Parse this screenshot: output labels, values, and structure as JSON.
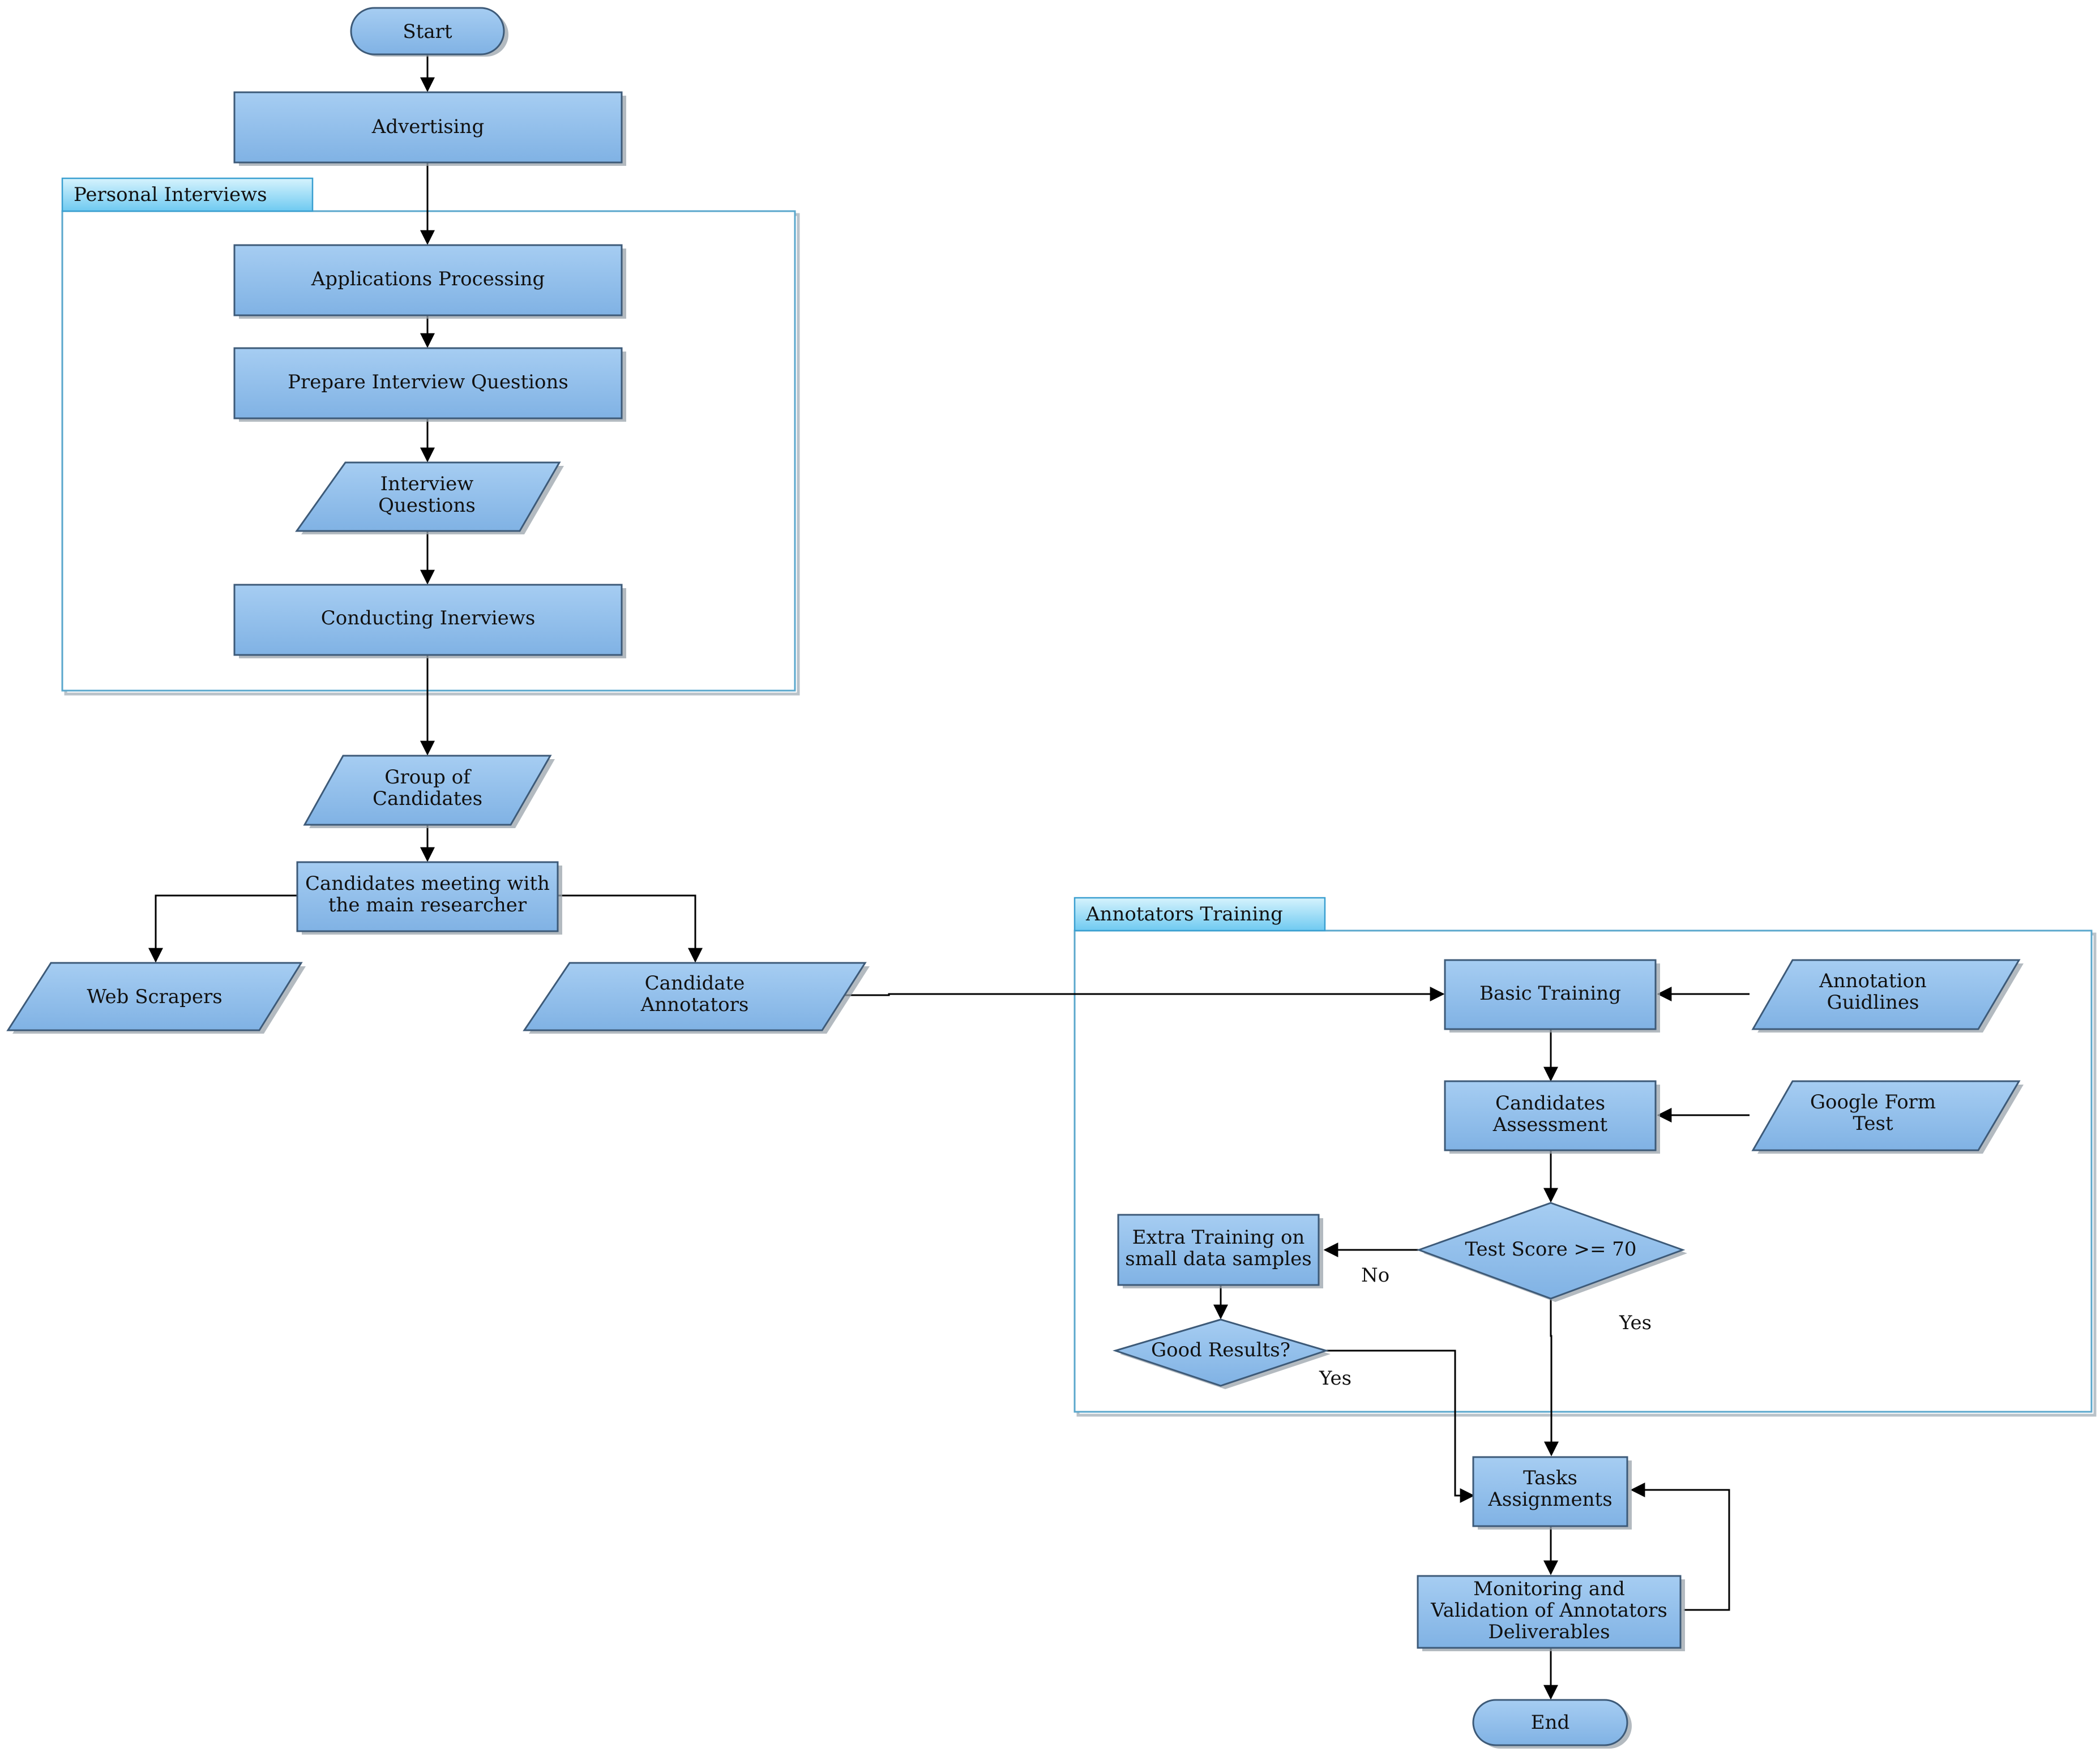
{
  "lanes": {
    "interviews": {
      "title": "Personal Interviews"
    },
    "training": {
      "title": "Annotators Training"
    }
  },
  "nodes": {
    "start": {
      "label": "Start"
    },
    "advertising": {
      "label": "Advertising"
    },
    "applications": {
      "label": "Applications Processing"
    },
    "prepare_questions": {
      "label": "Prepare Interview Questions"
    },
    "interview_questions": {
      "line1": "Interview",
      "line2": "Questions"
    },
    "conducting": {
      "label": "Conducting Inerviews"
    },
    "group": {
      "line1": "Group of",
      "line2": "Candidates"
    },
    "meeting": {
      "line1": "Candidates meeting with",
      "line2": "the main researcher"
    },
    "web_scrapers": {
      "label": "Web Scrapers"
    },
    "candidate_annotators": {
      "line1": "Candidate",
      "line2": "Annotators"
    },
    "basic_training": {
      "label": "Basic Training"
    },
    "guidelines": {
      "line1": "Annotation",
      "line2": "Guidlines"
    },
    "assessment": {
      "line1": "Candidates",
      "line2": "Assessment"
    },
    "google_form": {
      "line1": "Google Form",
      "line2": "Test"
    },
    "test_score": {
      "label": "Test Score >= 70"
    },
    "extra_training": {
      "line1": "Extra Training on",
      "line2": "small data samples"
    },
    "good_results": {
      "label": "Good Results?"
    },
    "tasks": {
      "line1": "Tasks",
      "line2": "Assignments"
    },
    "monitoring": {
      "line1": "Monitoring and",
      "line2": "Validation of Annotators",
      "line3": "Deliverables"
    },
    "end": {
      "label": "End"
    }
  },
  "edge_labels": {
    "no": "No",
    "yes_score": "Yes",
    "yes_results": "Yes"
  },
  "colors": {
    "box_fill_top": "#a6cdf2",
    "box_fill_bottom": "#80b2e4",
    "box_border": "#3d5a78",
    "lane_border": "#5aa7cc",
    "lane_tab": "#8fd7f5",
    "edge": "#000000"
  }
}
